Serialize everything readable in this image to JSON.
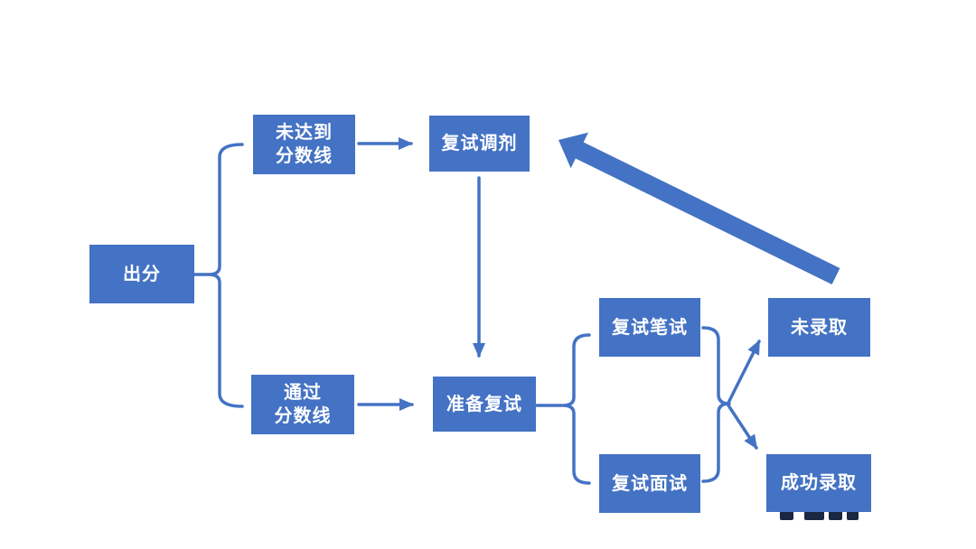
{
  "diagram": {
    "type": "flowchart",
    "background_color": "#ffffff",
    "node_fill_color": "#4472c4",
    "node_text_color": "#ffffff",
    "connector_color": "#4472c4",
    "big_arrow_color": "#4472c4",
    "watermark_color": "#1a2742",
    "nodes": [
      {
        "id": "score-release",
        "label": "出分"
      },
      {
        "id": "below-cutoff",
        "label": "未达到\n分数线"
      },
      {
        "id": "retest-adjustment",
        "label": "复试调剂"
      },
      {
        "id": "pass-cutoff",
        "label": "通过\n分数线"
      },
      {
        "id": "prepare-retest",
        "label": "准备复试"
      },
      {
        "id": "retest-written",
        "label": "复试笔试"
      },
      {
        "id": "retest-interview",
        "label": "复试面试"
      },
      {
        "id": "not-admitted",
        "label": "未录取"
      },
      {
        "id": "admitted",
        "label": "成功录取"
      }
    ],
    "edges": [
      {
        "from": "出分",
        "to": "未达到分数线",
        "type": "brace"
      },
      {
        "from": "出分",
        "to": "通过分数线",
        "type": "brace"
      },
      {
        "from": "未达到分数线",
        "to": "复试调剂",
        "type": "arrow"
      },
      {
        "from": "复试调剂",
        "to": "准备复试",
        "type": "arrow-down"
      },
      {
        "from": "通过分数线",
        "to": "准备复试",
        "type": "arrow"
      },
      {
        "from": "准备复试",
        "to": "复试笔试",
        "type": "brace"
      },
      {
        "from": "准备复试",
        "to": "复试面试",
        "type": "brace"
      },
      {
        "from": "复试笔试+复试面试",
        "to": "未录取",
        "type": "arrow"
      },
      {
        "from": "复试笔试+复试面试",
        "to": "成功录取",
        "type": "arrow"
      },
      {
        "from": "bottom-right",
        "to": "复试调剂",
        "type": "big-block-arrow"
      }
    ]
  }
}
